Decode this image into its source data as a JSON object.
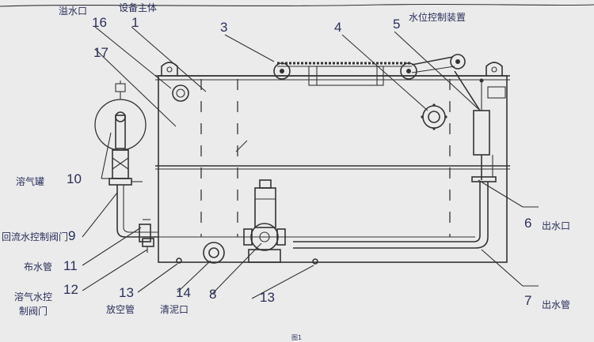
{
  "diagram": {
    "numbers": {
      "n1": "1",
      "n3": "3",
      "n4": "4",
      "n5": "5",
      "n6": "6",
      "n7": "7",
      "n8": "8",
      "n9": "9",
      "n10": "10",
      "n11": "11",
      "n12": "12",
      "n13a": "13",
      "n13b": "13",
      "n14": "14",
      "n16": "16",
      "n17": "17"
    },
    "labels": {
      "top_a": "溢水口",
      "top_b": "设备主体",
      "top_c": "水位控制装置",
      "left_10": "溶气罐",
      "left_9": "回流水控制阀门",
      "left_11": "布水管",
      "left_12": "溶气水控",
      "left_12b": "制阀门",
      "bot_13": "放空管",
      "bot_14": "清泥口",
      "right_6": "出水口",
      "right_7": "出水管"
    },
    "caption": "图1"
  }
}
